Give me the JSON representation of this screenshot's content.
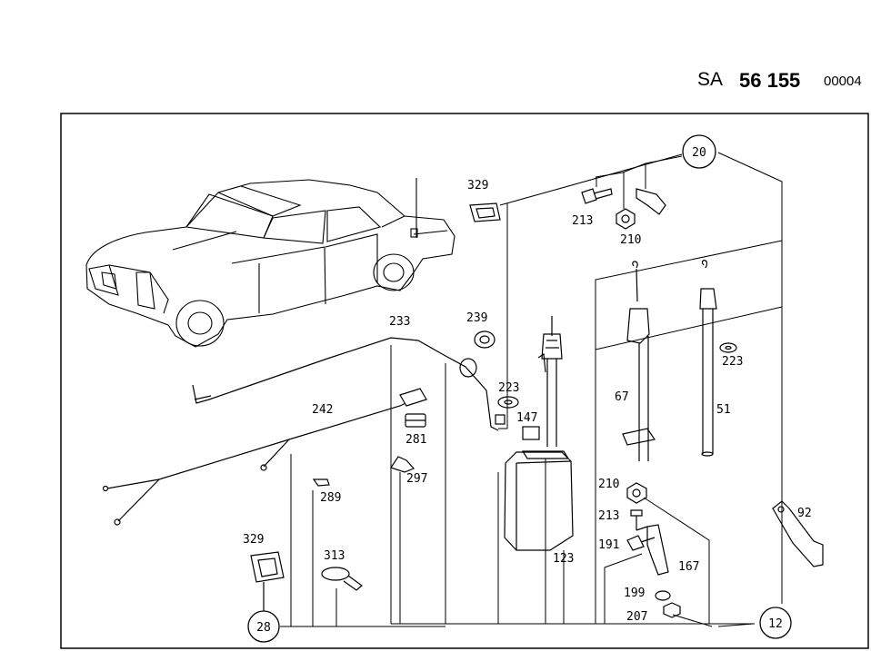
{
  "header": {
    "prefix": "SA",
    "number": "56 155",
    "sequence": "00004"
  },
  "part_labels": {
    "p329a": "329",
    "p213a": "213",
    "p210a": "210",
    "p233": "233",
    "p239": "239",
    "p223a": "223",
    "p147": "147",
    "p67": "67",
    "p51": "51",
    "p223b": "223",
    "p242": "242",
    "p281": "281",
    "p297": "297",
    "p289": "289",
    "p210b": "210",
    "p213b": "213",
    "p92": "92",
    "p191": "191",
    "p167": "167",
    "p123": "123",
    "p329b": "329",
    "p313": "313",
    "p199": "199",
    "p207": "207"
  },
  "circled_labels": {
    "c20": "20",
    "c28": "28",
    "c12": "12"
  }
}
